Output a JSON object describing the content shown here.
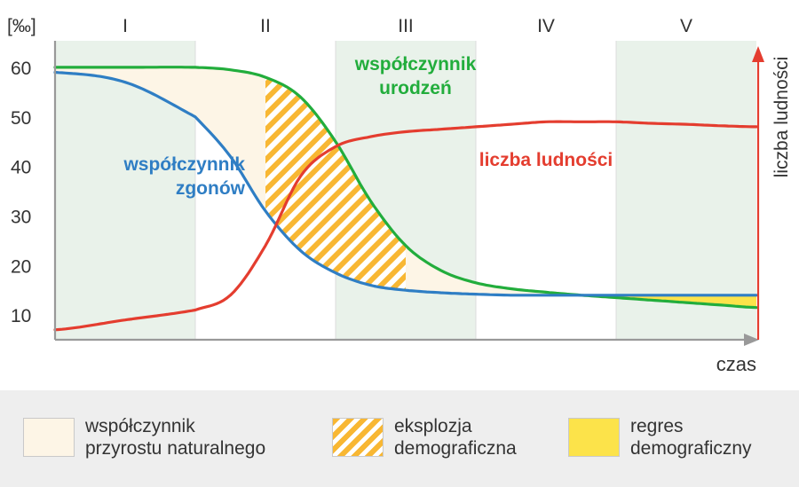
{
  "chart_data": {
    "type": "line",
    "y_unit_label": "[‰]",
    "ylim": [
      5,
      65
    ],
    "yticks": [
      10,
      20,
      30,
      40,
      50,
      60
    ],
    "xlim": [
      0,
      100
    ],
    "xlabel": "czas",
    "right_axis_label": "liczba ludności",
    "phases": [
      {
        "label": "I",
        "start": 0,
        "end": 20,
        "shaded": true
      },
      {
        "label": "II",
        "start": 20,
        "end": 40,
        "shaded": false
      },
      {
        "label": "III",
        "start": 40,
        "end": 60,
        "shaded": true
      },
      {
        "label": "IV",
        "start": 60,
        "end": 80,
        "shaded": false
      },
      {
        "label": "V",
        "start": 80,
        "end": 100,
        "shaded": true
      }
    ],
    "series": [
      {
        "name": "współczynnik urodzeń",
        "color": "#22ad3c",
        "x": [
          0,
          10,
          20,
          25,
          30,
          35,
          40,
          45,
          50,
          55,
          60,
          65,
          70,
          75,
          80,
          85,
          90,
          95,
          100
        ],
        "values": [
          60,
          60,
          60,
          59.5,
          58,
          54,
          45,
          33,
          24,
          19,
          16.5,
          15.3,
          14.6,
          14,
          13.5,
          13,
          12.5,
          12,
          11.5
        ]
      },
      {
        "name": "współczynnik zgonów",
        "color": "#2f7ec4",
        "x": [
          0,
          10,
          20,
          25,
          30,
          35,
          40,
          45,
          50,
          55,
          60,
          65,
          70,
          75,
          80,
          85,
          90,
          95,
          100
        ],
        "values": [
          59,
          57,
          50,
          42,
          31,
          23,
          18.5,
          16,
          15,
          14.5,
          14.2,
          14,
          14,
          14,
          14,
          14,
          14,
          14,
          14
        ]
      },
      {
        "name": "liczba ludności",
        "color": "#e43d2f",
        "x": [
          0,
          10,
          20,
          25,
          30,
          35,
          40,
          45,
          50,
          55,
          60,
          65,
          70,
          75,
          80,
          85,
          90,
          95,
          100
        ],
        "values": [
          7,
          9,
          11,
          14,
          24,
          38,
          44,
          46,
          47,
          47.5,
          48,
          48.5,
          49,
          49,
          49,
          48.7,
          48.5,
          48.2,
          48
        ]
      }
    ],
    "annotations": {
      "birth_label": "współczynnik\nurodzeń",
      "death_label": "współczynnik\nzgonów",
      "population_label": "liczba ludności"
    },
    "fills": {
      "natural_increase_color": "#fdf5e6",
      "explosion_color": "#f8b733",
      "explosion_range": [
        30,
        50
      ],
      "regress_color": "#fce34a",
      "regress_range": [
        75,
        100
      ]
    },
    "phase_band_color": "#e9f2ea",
    "axis_color": "#999999"
  },
  "legend": {
    "items": [
      {
        "label": "współczynnik\nprzyrostu naturalnego",
        "kind": "natural"
      },
      {
        "label": "eksplozja\ndemograficzna",
        "kind": "explosion"
      },
      {
        "label": "regres\ndemograficzny",
        "kind": "regress"
      }
    ]
  }
}
